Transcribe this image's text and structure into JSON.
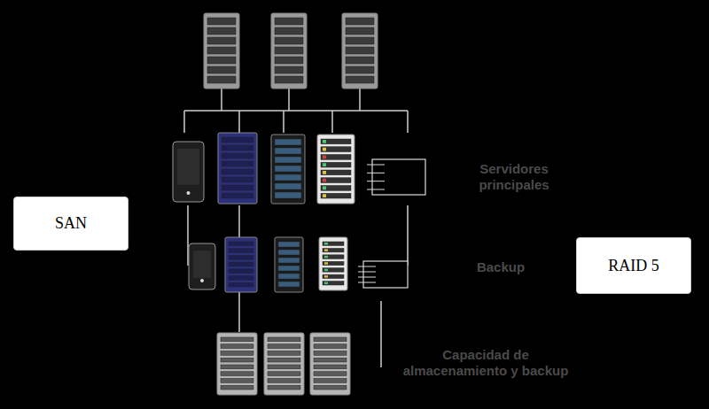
{
  "diagram": {
    "nodes": [
      {
        "text": [
          "SAN"
        ]
      },
      {
        "text": [
          "RAID 5"
        ]
      }
    ],
    "labels": [
      "Servidores principales",
      "Backup",
      "Capacidad de almacenamiento y backup"
    ]
  }
}
